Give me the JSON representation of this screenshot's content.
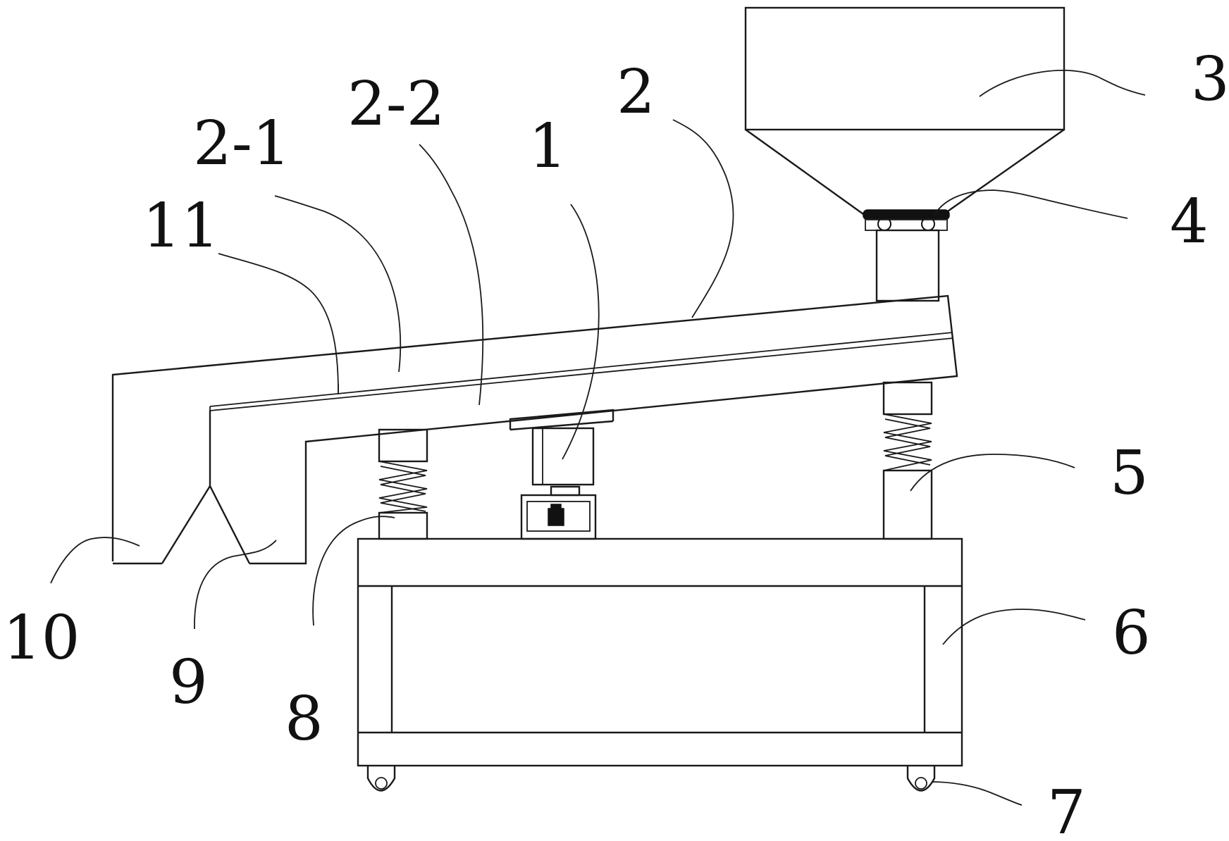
{
  "labels": {
    "l1": "1",
    "l2": "2",
    "l2_1": "2-1",
    "l2_2": "2-2",
    "l3": "3",
    "l4": "4",
    "l5": "5",
    "l6": "6",
    "l7": "7",
    "l8": "8",
    "l9": "9",
    "l10": "10",
    "l11": "11"
  },
  "colors": {
    "line": "#1a1a1a",
    "background": "#ffffff"
  }
}
